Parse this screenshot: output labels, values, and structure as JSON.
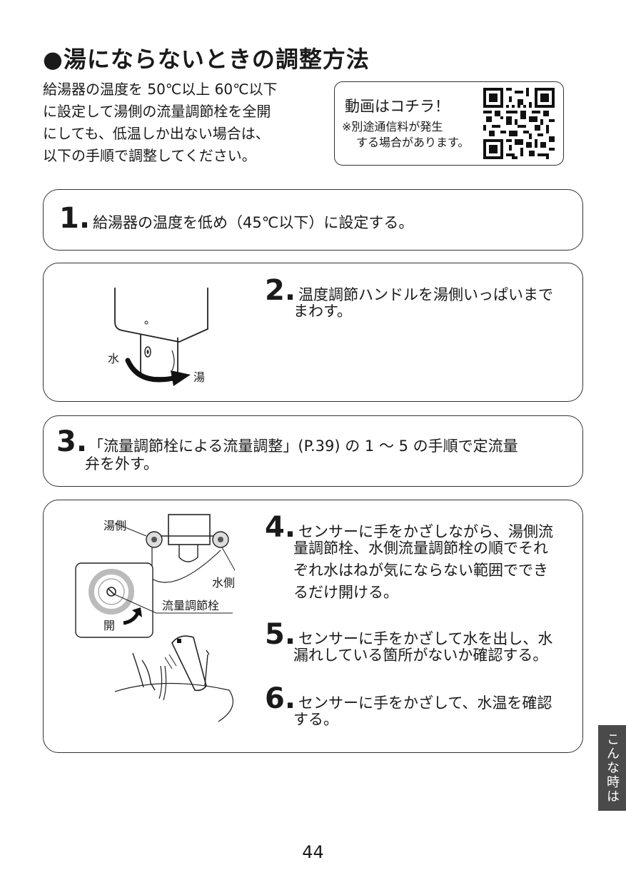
{
  "title": "●湯にならないときの調整方法",
  "intro": [
    "給湯器の温度を 50℃以上 60℃以下",
    "に設定して湯側の流量調節栓を全開",
    "にしても、低温しか出ない場合は、",
    "以下の手順で調整してください。"
  ],
  "video": {
    "main": "動画はコチラ！",
    "note1": "※別途通信料が発生",
    "note2": "する場合があります。"
  },
  "steps": {
    "s1": {
      "num": "1.",
      "text": "給湯器の温度を低め（45℃以下）に設定する。"
    },
    "s2": {
      "num": "2.",
      "line1": "温度調節ハンドルを湯側いっぱいまで",
      "line2": "まわす。",
      "label_water": "水",
      "label_hot": "湯"
    },
    "s3": {
      "num": "3.",
      "line1": "「流量調節栓による流量調整」(P.39) の 1 ～ 5 の手順で定流量",
      "line2": "弁を外す。"
    },
    "s4": {
      "num": "4.",
      "line1": "センサーに手をかざしながら、湯側流",
      "line2": "量調節栓、水側流量調節栓の順でそれ",
      "line3": "ぞれ水はねが気にならない範囲ででき",
      "line4": "るだけ開ける。",
      "label_hot_side": "湯側",
      "label_water_side": "水側",
      "label_valve": "流量調節栓",
      "label_open": "開"
    },
    "s5": {
      "num": "5.",
      "line1": "センサーに手をかざして水を出し、水",
      "line2": "漏れしている箇所がないか確認する。"
    },
    "s6": {
      "num": "6.",
      "line1": "センサーに手をかざして、水温を確認",
      "line2": "する。"
    }
  },
  "side_tab": "こんな時は",
  "page_number": "44"
}
